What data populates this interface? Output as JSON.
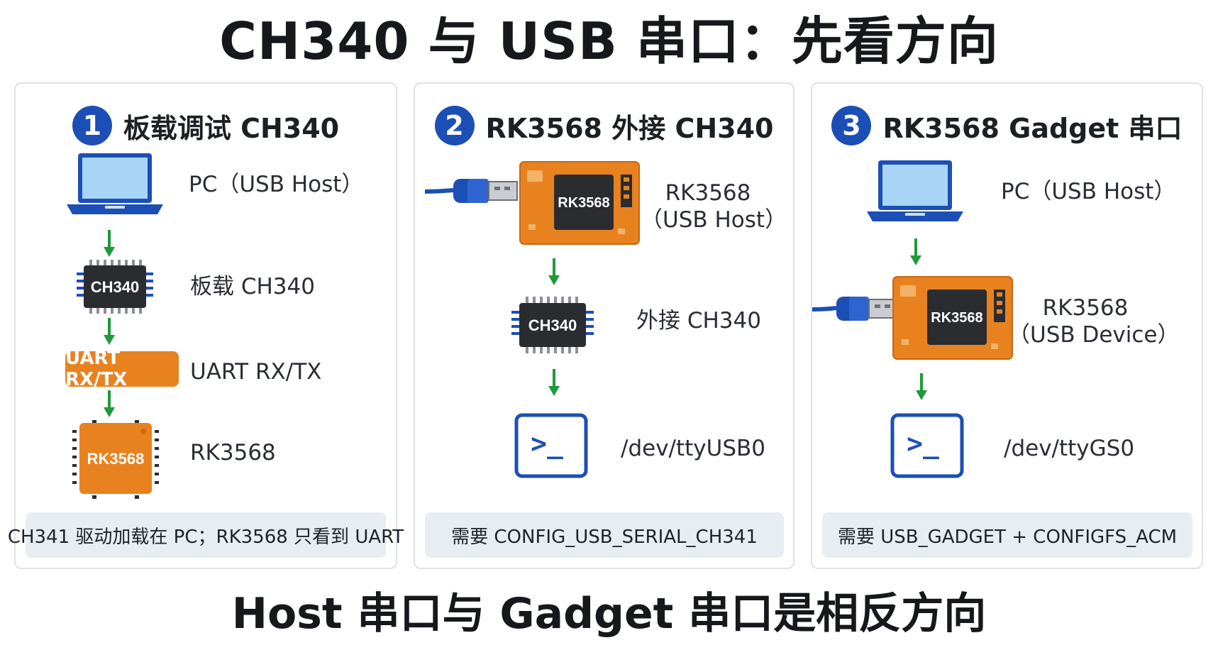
{
  "title": "CH340 与 USB 串口：先看方向",
  "footer": "Host 串口与 Gadget 串口是相反方向",
  "panels": [
    {
      "number": "1",
      "title": "板载调试 CH340",
      "chip_text_ch340": "CH340",
      "uart_box_text": "UART RX/TX",
      "chip_text_rk": "RK3568",
      "labels": [
        "PC（USB Host）",
        "板载 CH340",
        "UART RX/TX",
        "RK3568"
      ],
      "note": "CH341 驱动加载在 PC；RK3568 只看到 UART"
    },
    {
      "number": "2",
      "title": "RK3568 外接 CH340",
      "board_text": "RK3568",
      "chip_text_ch340": "CH340",
      "labels": [
        "RK3568",
        "（USB Host）",
        "外接 CH340",
        "/dev/ttyUSB0"
      ],
      "note": "需要 CONFIG_USB_SERIAL_CH341"
    },
    {
      "number": "3",
      "title": "RK3568 Gadget 串口",
      "board_text": "RK3568",
      "labels": [
        "PC（USB Host）",
        "RK3568",
        "（USB Device）",
        "/dev/ttyGS0"
      ],
      "note": "需要 USB_GADGET + CONFIGFS_ACM"
    }
  ],
  "terminal_prompt": ">_",
  "colors": {
    "accent_blue": "#1c4fb5",
    "arrow_green": "#1f9a3a",
    "board_orange": "#e8821f",
    "chip_dark": "#2a2c30",
    "note_bg": "#e8edf3"
  }
}
